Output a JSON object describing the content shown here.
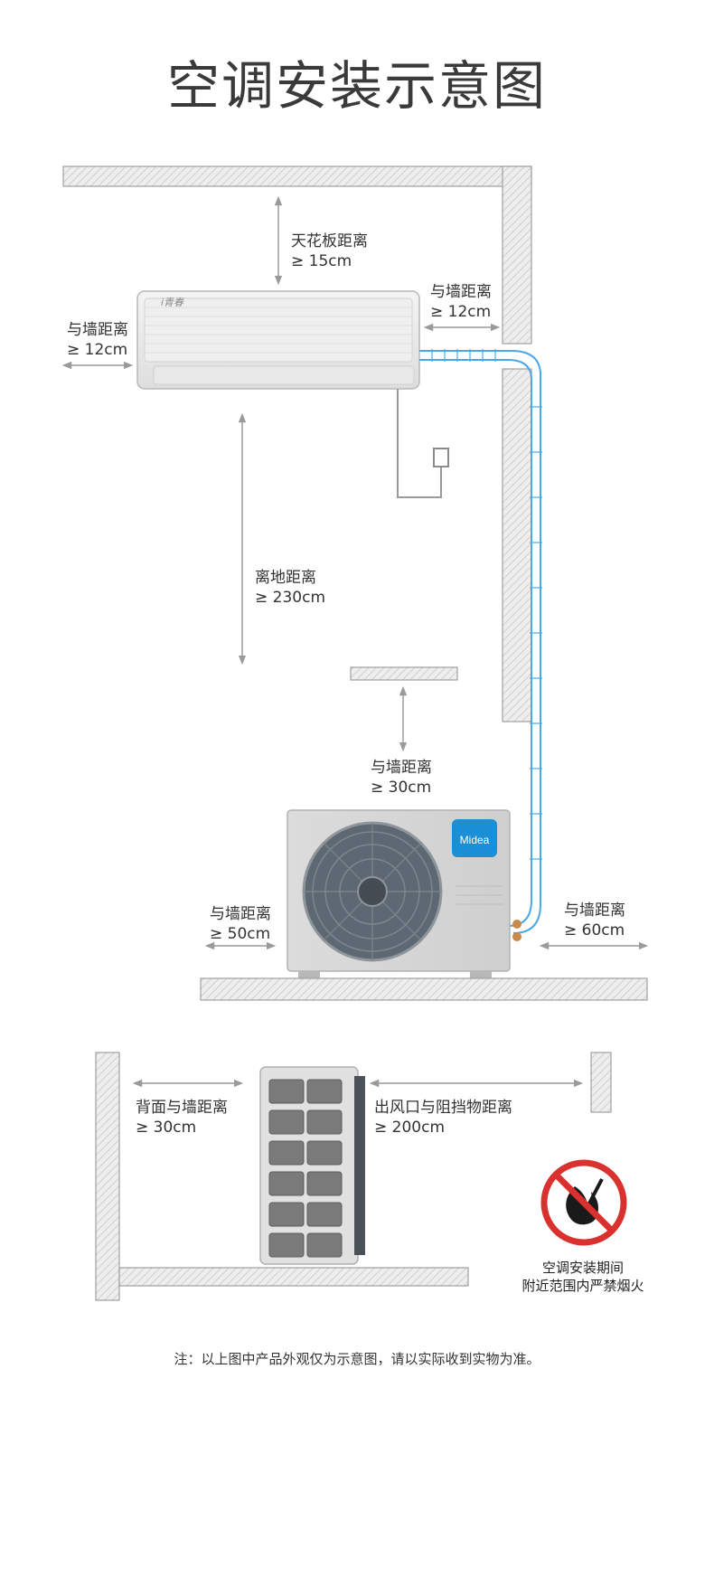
{
  "title": "空调安装示意图",
  "labels": {
    "ceiling": {
      "name": "天花板距离",
      "value": "≥ 15cm"
    },
    "indoor_left": {
      "name": "与墙距离",
      "value": "≥ 12cm"
    },
    "indoor_right": {
      "name": "与墙距离",
      "value": "≥ 12cm"
    },
    "floor": {
      "name": "离地距离",
      "value": "≥ 230cm"
    },
    "outdoor_top": {
      "name": "与墙距离",
      "value": "≥ 30cm"
    },
    "outdoor_left": {
      "name": "与墙距离",
      "value": "≥ 50cm"
    },
    "outdoor_right": {
      "name": "与墙距离",
      "value": "≥ 60cm"
    },
    "rear": {
      "name": "背面与墙距离",
      "value": "≥ 30cm"
    },
    "outlet": {
      "name": "出风口与阻挡物距离",
      "value": "≥ 200cm"
    }
  },
  "brand": "Midea",
  "warning": {
    "line1": "空调安装期间",
    "line2": "附近范围内严禁烟火"
  },
  "note": "注：以上图中产品外观仅为示意图，请以实际收到实物为准。",
  "colors": {
    "pipe": "#4aa8e8",
    "wall": "#e6e6e6",
    "wall_edge": "#9a9a9a",
    "warning_red": "#d9322e",
    "brand_blue": "#1a8fd6"
  }
}
